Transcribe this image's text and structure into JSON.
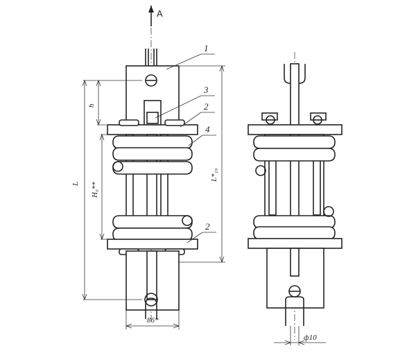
{
  "diagram": {
    "view_arrow": "A",
    "part_labels": [
      "1",
      "3",
      "2",
      "4",
      "2"
    ],
    "dimensions": {
      "height_total": "L",
      "height_h": "h",
      "height_spring": "H₀**",
      "length_spring": "L*₁₉",
      "width": "86*",
      "rod_diameter": "ф10"
    }
  }
}
